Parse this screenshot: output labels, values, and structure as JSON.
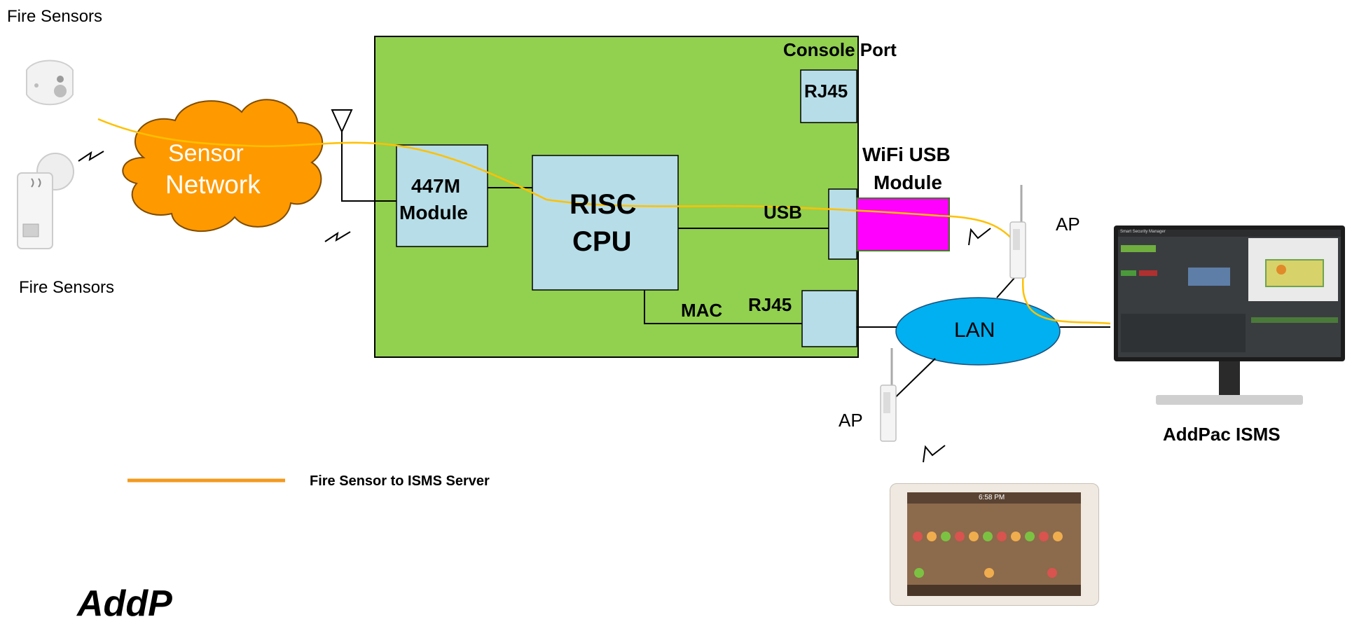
{
  "labels": {
    "fire_sensors_top": "Fire Sensors",
    "fire_sensors_bottom": "Fire Sensors",
    "sensor_network_line1": "Sensor",
    "sensor_network_line2": "Network",
    "console_port": "Console Port",
    "rj45_console": "RJ45",
    "module_447m_line1": "447M",
    "module_447m_line2": "Module",
    "risc_line1": "RISC",
    "risc_line2": "CPU",
    "usb": "USB",
    "wifi_usb_line1": "WiFi USB",
    "wifi_usb_line2": "Module",
    "mac": "MAC",
    "rj45_mac": "RJ45",
    "lan": "LAN",
    "ap_top": "AP",
    "ap_bottom": "AP",
    "addpac_isms": "AddPac ISMS",
    "legend": "Fire Sensor  to ISMS Server",
    "tablet_time": "6:58 PM",
    "monitor_title": "Smart Security Manager",
    "logo_partial": "AddP"
  },
  "colors": {
    "board_green": "#92d050",
    "module_blue": "#b7dee8",
    "cloud_orange": "#ff9900",
    "lan_blue": "#00b0f0",
    "wifi_magenta": "#ff00ff",
    "signal_orange": "#ffc000"
  },
  "icons": {
    "antenna": "antenna-icon",
    "smoke_detector": "smoke-detector-icon",
    "motion_sensor": "motion-sensor-icon",
    "access_point": "access-point-icon",
    "monitor": "monitor-icon",
    "tablet": "tablet-icon",
    "wireless": "wireless-signal-icon"
  }
}
